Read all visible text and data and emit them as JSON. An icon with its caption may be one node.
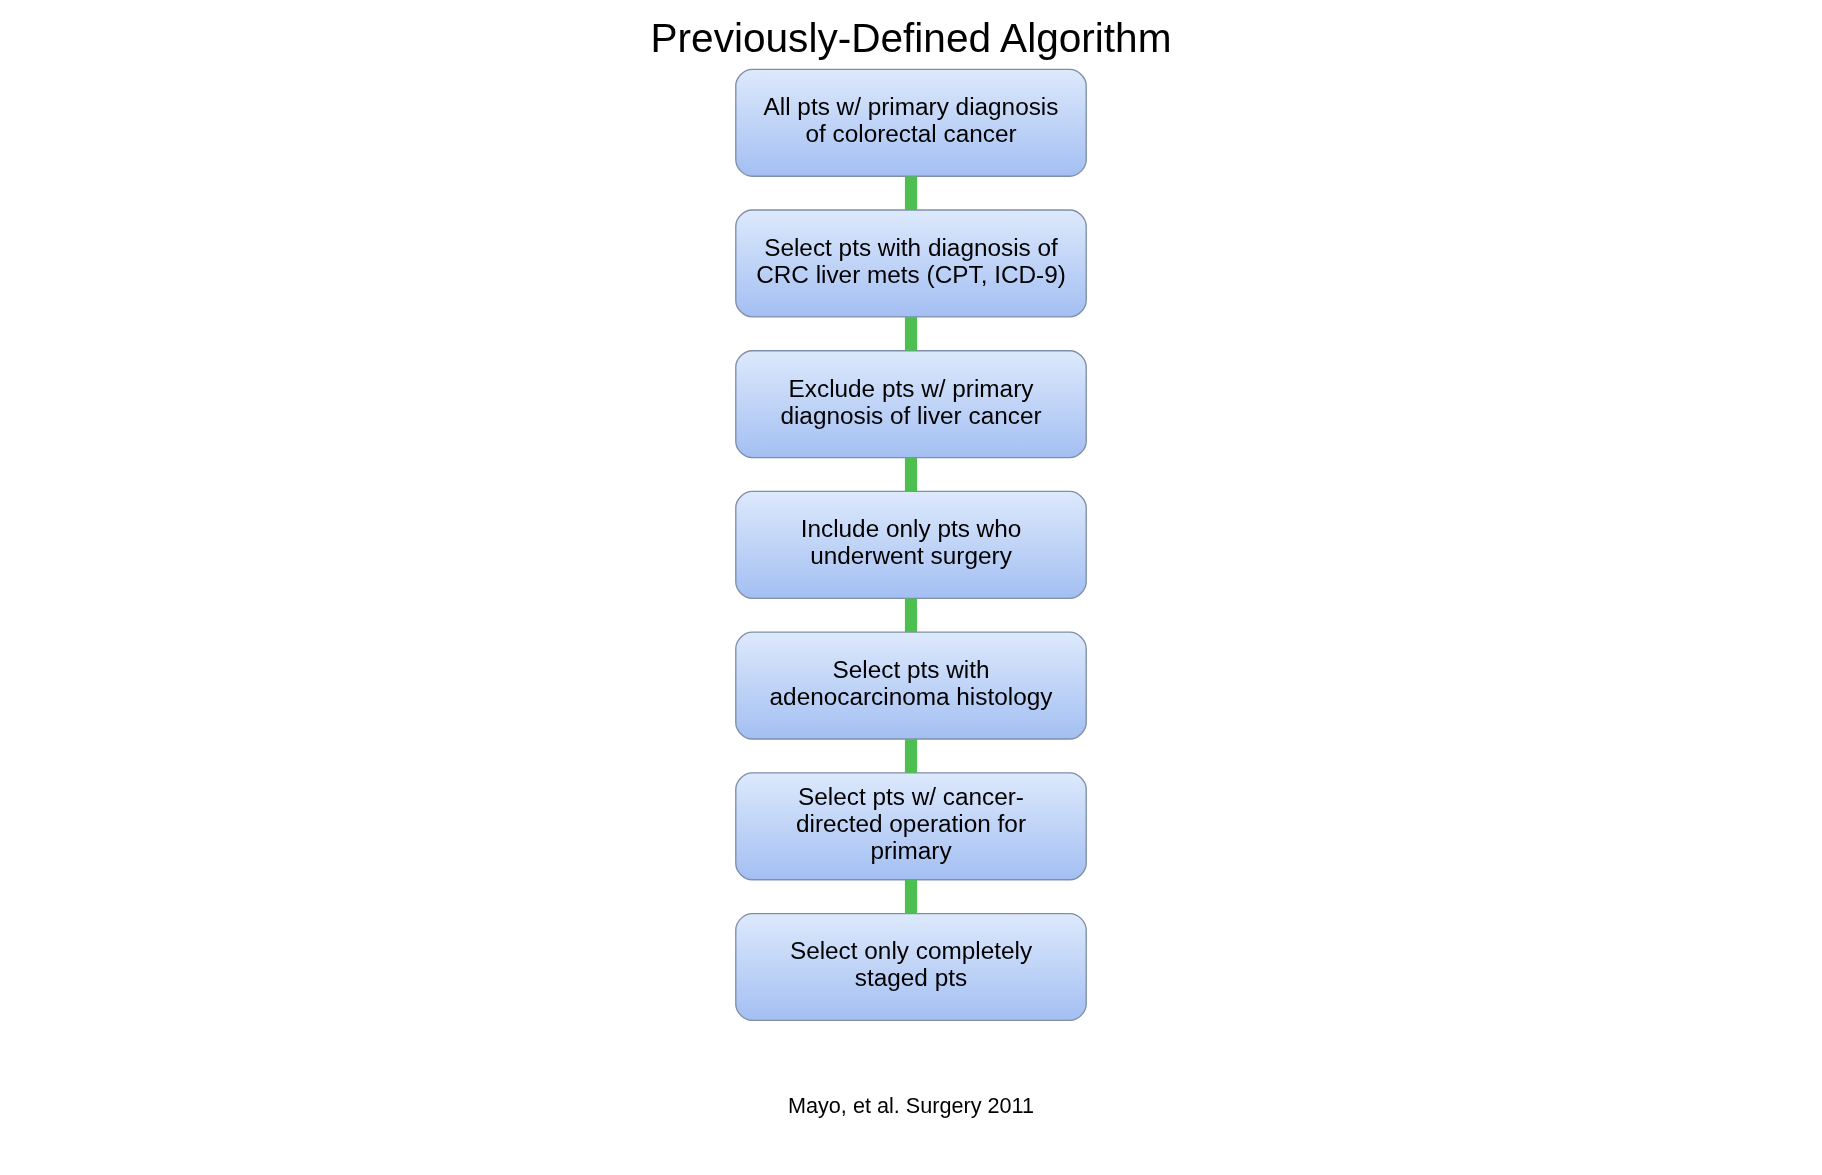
{
  "diagram": {
    "title": "Previously-Defined Algorithm",
    "nodes": [
      {
        "text": [
          "All pts w/ primary diagnosis of colorectal cancer"
        ]
      },
      {
        "text": [
          "Select pts with diagnosis of CRC liver mets (CPT, ICD-9)"
        ]
      },
      {
        "text": [
          "Exclude pts w/ primary diagnosis of liver cancer"
        ]
      },
      {
        "text": [
          "Include only pts who underwent surgery"
        ]
      },
      {
        "text": [
          "Select pts with adenocarcinoma histology"
        ]
      },
      {
        "text": [
          "Select pts w/ cancer-directed operation for primary"
        ]
      },
      {
        "text": [
          "Select only completely staged pts"
        ]
      }
    ],
    "edges": [
      {
        "from": 0,
        "to": 1,
        "arrow": "none"
      },
      {
        "from": 1,
        "to": 2,
        "arrow": "none"
      },
      {
        "from": 2,
        "to": 3,
        "arrow": "none"
      },
      {
        "from": 3,
        "to": 4,
        "arrow": "none"
      },
      {
        "from": 4,
        "to": 5,
        "arrow": "none"
      },
      {
        "from": 5,
        "to": 6,
        "arrow": "none"
      }
    ],
    "labels": [
      "Mayo, et al. Surgery 2011"
    ]
  }
}
